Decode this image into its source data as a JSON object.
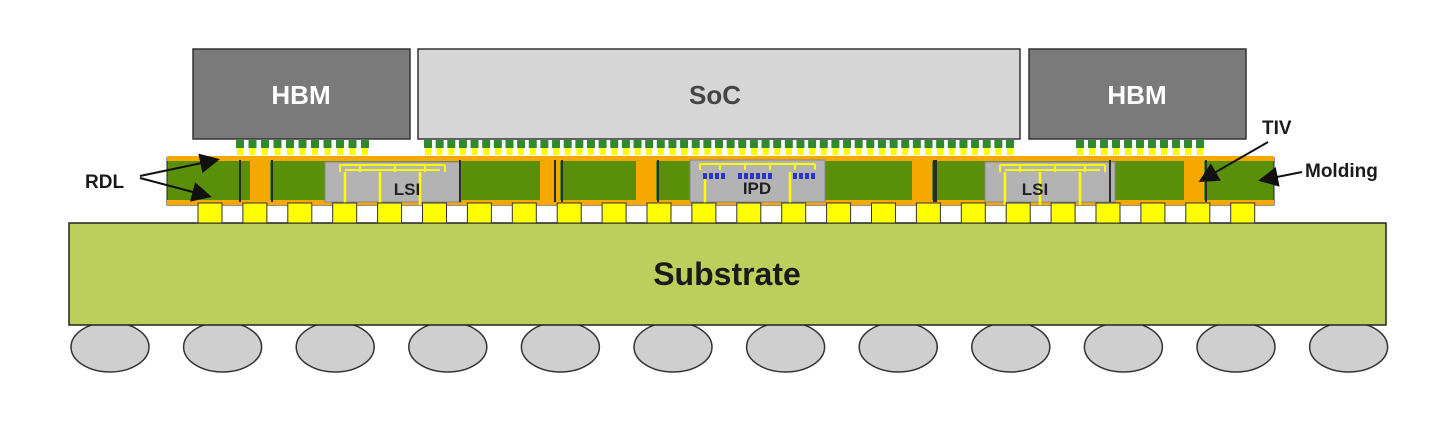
{
  "dies": {
    "hbm_left": "HBM",
    "soc": "SoC",
    "hbm_right": "HBM"
  },
  "interposer": {
    "lsi_left": "LSI",
    "ipd": "IPD",
    "lsi_right": "LSI"
  },
  "substrate": {
    "label": "Substrate"
  },
  "callouts": {
    "rdl": "RDL",
    "tiv": "TIV",
    "molding": "Molding"
  },
  "colors": {
    "hbm": "#7a7a7a",
    "soc": "#d6d6d6",
    "molding": "#5a8f0a",
    "copper": "#f5a800",
    "bump": "#ffff00",
    "substrate": "#bccf5d",
    "ball": "#cfcfcf",
    "bridge_die": "#b3b3b3",
    "ipd_cap": "#2a35c8"
  }
}
